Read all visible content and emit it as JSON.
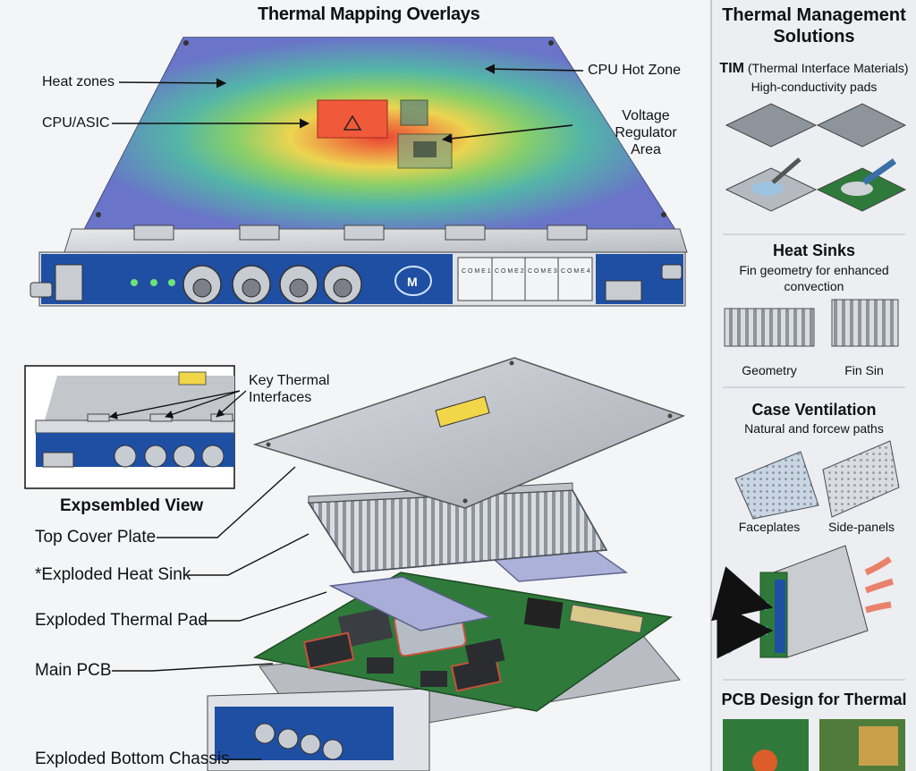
{
  "main": {
    "title": "Thermal Mapping Overlays",
    "callouts": {
      "heat_zones": "Heat zones",
      "cpu_asic": "CPU/ASIC",
      "cpu_hot_zone": "CPU Hot Zone",
      "voltage_regulator": [
        "Voltage",
        "Regulator",
        "Area"
      ]
    },
    "faceplate_slots": [
      "C O M E 1",
      "C O M E 2",
      "C O M E 3",
      "C O M E 4"
    ]
  },
  "inset": {
    "key_thermal": [
      "Key Thermal",
      "Interfaces"
    ],
    "caption": "Expsembled View"
  },
  "exploded": {
    "labels": {
      "top_cover": "Top Cover Plate",
      "heat_sink": "*Exploded Heat Sink",
      "thermal_pad": "Exploded Thermal Pad",
      "main_pcb": "Main PCB",
      "bottom_chassis": "Exploded Bottom Chassis"
    }
  },
  "sidebar": {
    "title": [
      "Thermal Management",
      "Solutions"
    ],
    "tim": {
      "title_bold": "TIM",
      "title_rest": " (Thermal Interface Materials)",
      "subtitle": "High-conductivity pads"
    },
    "heat_sinks": {
      "title": "Heat Sinks",
      "subtitle": [
        "Fin geometry for enhanced",
        "convection"
      ],
      "captions": [
        "Geometry",
        "Fin Sin"
      ]
    },
    "case_ventilation": {
      "title": "Case Ventilation",
      "subtitle": "Natural and forcew paths",
      "captions": [
        "Faceplates",
        "Side-panels"
      ]
    },
    "pcb_design": {
      "title": "PCB Design for Thermal"
    }
  },
  "colors": {
    "faceplate_blue": "#1f4fa3",
    "heat_core": "#f05a28",
    "heat_cool": "#6a74c9",
    "pcb_green": "#2f7a3a"
  }
}
